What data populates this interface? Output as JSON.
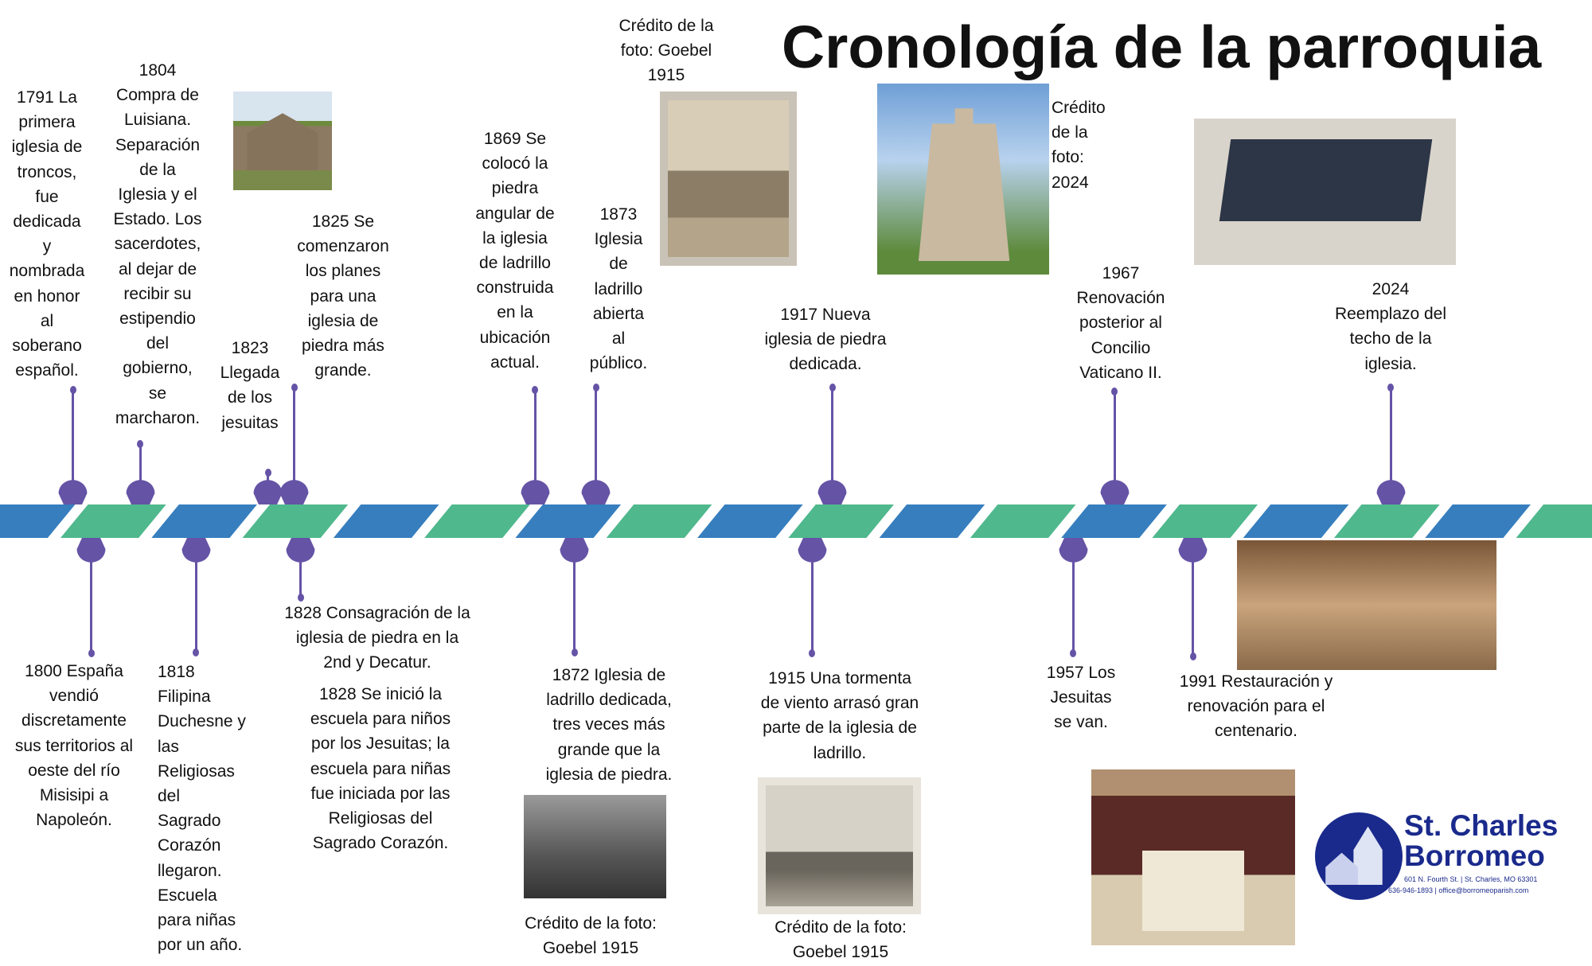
{
  "title": "Cronología de la parroquia",
  "colors": {
    "blue": "#377ebe",
    "green": "#4fb88d",
    "purple": "#6553a6",
    "logo": "#1a2a8c"
  },
  "events_top": [
    {
      "text": "1791 La\nprimera\niglesia de\ntroncos,\nfue\ndedicada\ny\nnombrada\nen honor\nal\nsoberano\nespañol."
    },
    {
      "text": "1804\nCompra de\nLuisiana.\nSeparación\nde la\nIglesia y el\nEstado. Los\nsacerdotes,\nal dejar de\nrecibir su\nestipendio\ndel\ngobierno,\nse\nmarcharon."
    },
    {
      "text": "1823\nLlegada\nde los\njesuitas"
    },
    {
      "text": "1825 Se\ncomenzaron\nlos planes\npara una\niglesia de\npiedra más\ngrande."
    },
    {
      "text": "1869 Se\ncolocó la\npiedra\nangular de\nla iglesia\nde ladrillo\nconstruida\nen la\nubicación\nactual."
    },
    {
      "text": "1873\nIglesia\nde\nladrillo\nabierta\nal\npúblico."
    },
    {
      "text": "1917 Nueva\niglesia de piedra\ndedicada."
    },
    {
      "text": "1967\nRenovación\nposterior al\nConcilio\nVaticano II."
    },
    {
      "text": "2024\nReemplazo del\ntecho de la\niglesia."
    }
  ],
  "events_bottom": [
    {
      "text": "1800 España\nvendió\ndiscretamente\nsus territorios al\noeste del río\nMisisipi a\nNapoleón."
    },
    {
      "text": "1818\nFilipina\nDuchesne y\nlas\nReligiosas\ndel\nSagrado\nCorazón\nllegaron.\nEscuela\npara niñas\npor un año."
    },
    {
      "text": "1828 Consagración de la\niglesia de piedra en la\n2nd y Decatur."
    },
    {
      "text": "1828 Se inició la\nescuela para niños\npor los Jesuitas; la\nescuela para niñas\nfue iniciada por las\nReligiosas del\nSagrado Corazón."
    },
    {
      "text": "1872 Iglesia de\nladrillo dedicada,\ntres veces más\ngrande que la\niglesia de piedra."
    },
    {
      "text": "1915 Una tormenta\nde viento arrasó gran\nparte de la iglesia de\nladrillo."
    },
    {
      "text": "1957 Los\nJesuitas\nse van."
    },
    {
      "text": "1991 Restauración y\nrenovación para el\ncentenario."
    }
  ],
  "credits": [
    "Crédito de la\nfoto: Goebel\n1915",
    "Crédito\nde la\nfoto:\n2024",
    "Crédito de la foto:\nGoebel 1915",
    "Crédito de la foto:\nGoebel 1915"
  ],
  "logo": {
    "name_line1": "St. Charles",
    "name_line2": "Borromeo",
    "address": "601 N. Fourth St. | St. Charles, MO 63301",
    "contact": "636-946-1893 | office@borromeoparish.com"
  }
}
